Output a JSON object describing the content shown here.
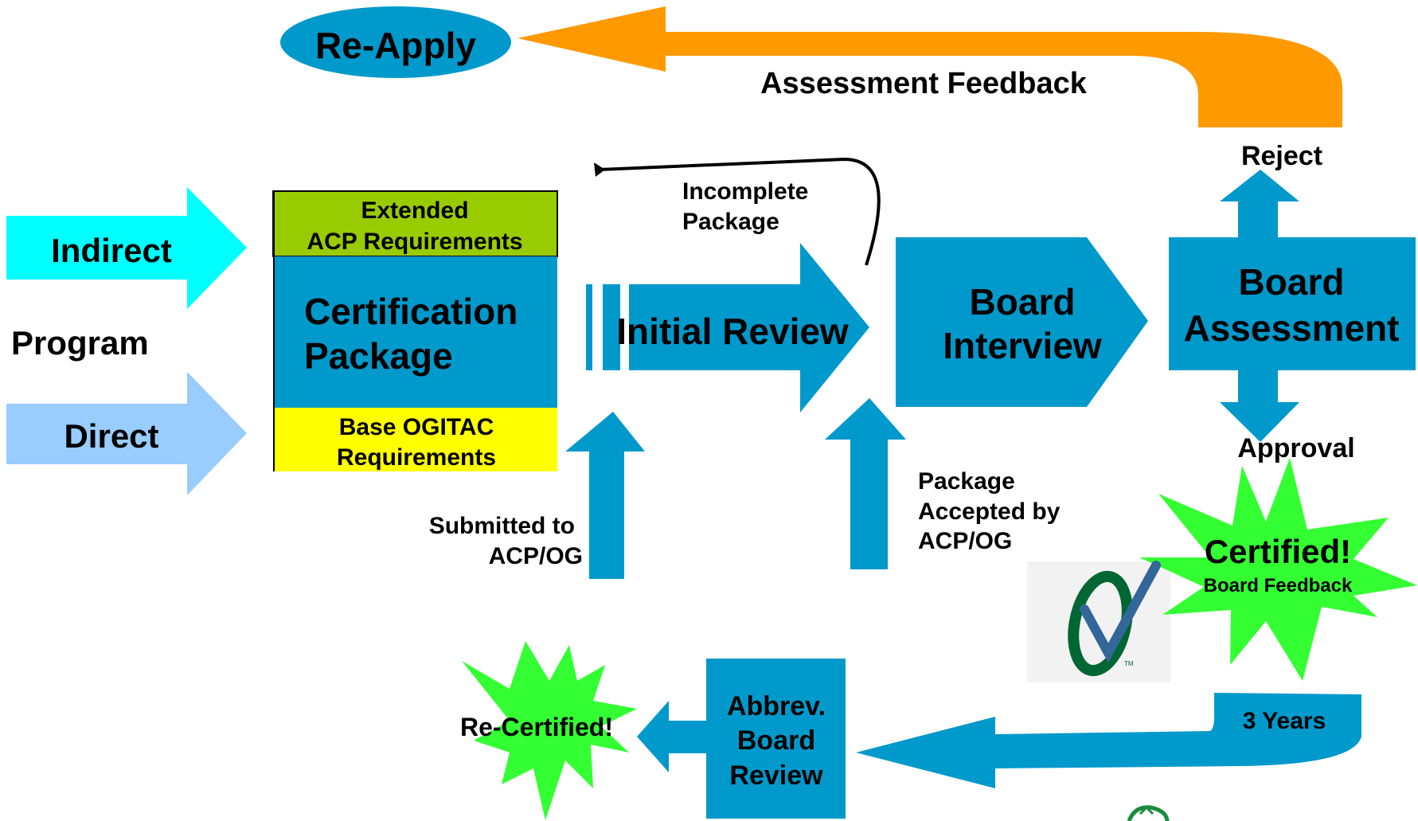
{
  "diagram": {
    "program_label": "Program",
    "entry_arrows": {
      "indirect": "Indirect",
      "direct": "Direct"
    },
    "package": {
      "extended_line1": "Extended",
      "extended_line2": "ACP Requirements",
      "main_line1": "Certification",
      "main_line2": "Package",
      "base_line1": "Base OGITAC",
      "base_line2": "Requirements"
    },
    "initial_review": "Initial Review",
    "incomplete_line1": "Incomplete",
    "incomplete_line2": "Package",
    "submitted_line1": "Submitted to",
    "submitted_line2": "ACP/OG",
    "accepted_line1": "Package",
    "accepted_line2": "Accepted by",
    "accepted_line3": "ACP/OG",
    "board_interview_line1": "Board",
    "board_interview_line2": "Interview",
    "board_assessment_line1": "Board",
    "board_assessment_line2": "Assessment",
    "reject": "Reject",
    "approval": "Approval",
    "re_apply": "Re-Apply",
    "assessment_feedback": "Assessment Feedback",
    "certified": "Certified!",
    "board_feedback": "Board Feedback",
    "three_years": "3 Years",
    "abbrev_line1": "Abbrev.",
    "abbrev_line2": "Board",
    "abbrev_line3": "Review",
    "re_certified": "Re-Certified!"
  },
  "colors": {
    "process_blue": "#0099cc",
    "indirect_cyan": "#00ffff",
    "direct_light_blue": "#99ccff",
    "extended_green": "#99cc00",
    "base_yellow": "#ffff00",
    "burst_green": "#33ff33",
    "feedback_orange": "#ff9900",
    "reapply_blue": "#0099cc",
    "checkmark_green": "#006633",
    "checkmark_blue": "#336699"
  },
  "icons": [
    "checkmark-logo-icon",
    "recycle-logo-icon"
  ]
}
